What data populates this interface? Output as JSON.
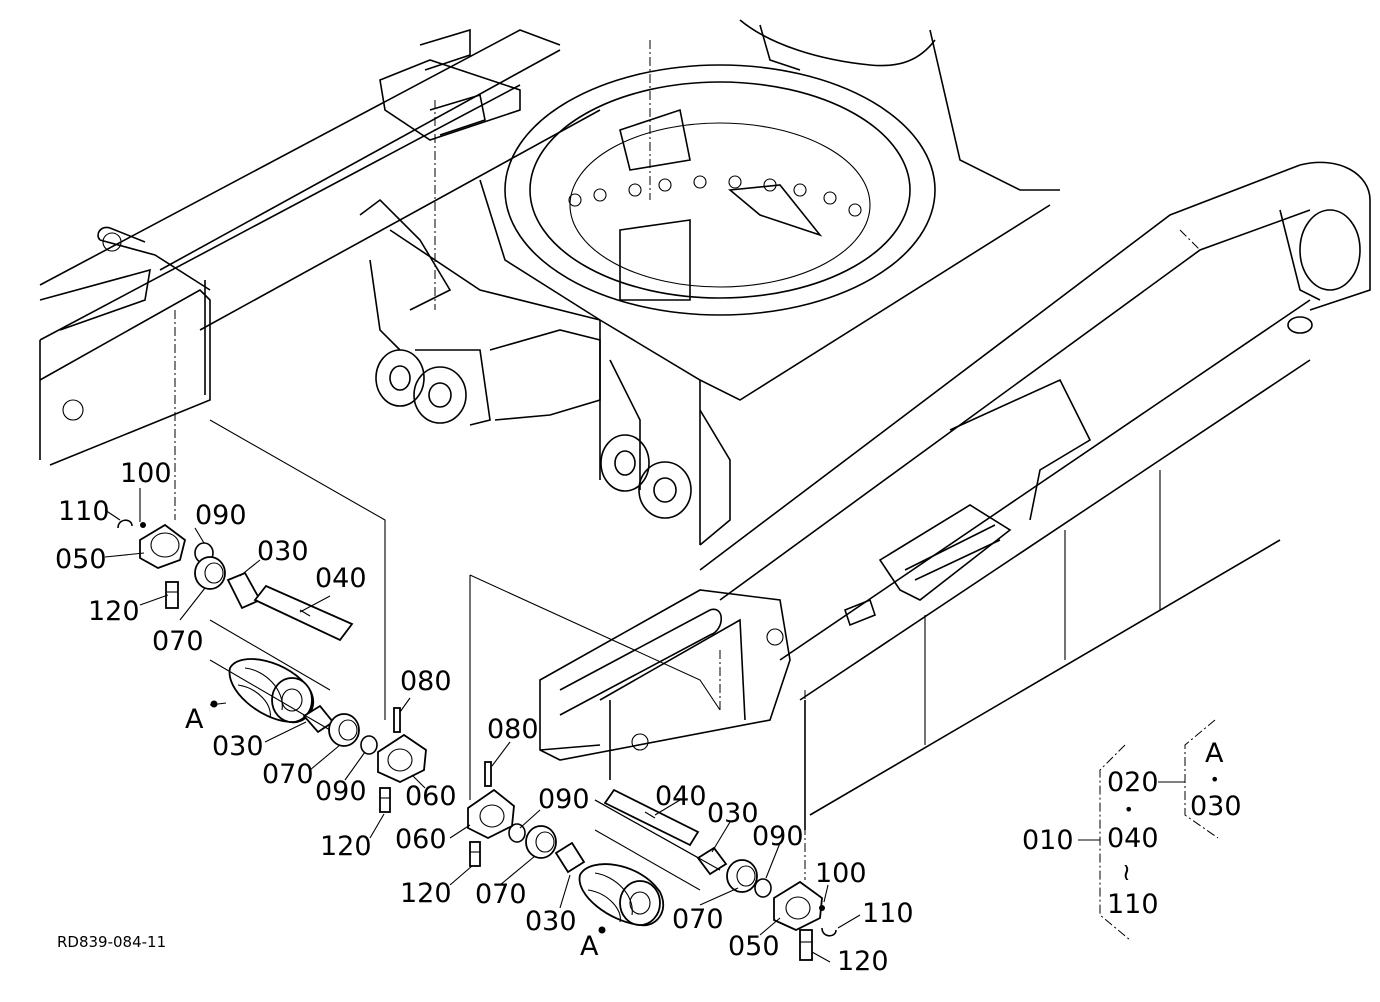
{
  "drawing_code": "RD839-084-11",
  "callouts": {
    "p100_left": "100",
    "p110_left": "110",
    "p050_left": "050",
    "p090_left": "090",
    "p030_left_top": "030",
    "p040_left": "040",
    "p120_left_top": "120",
    "p070_left_top": "070",
    "pA_left": "A",
    "p030_left_low": "030",
    "p070_left_low": "070",
    "p090_left_low": "090",
    "p080_left": "080",
    "p060_left": "060",
    "p120_left_low": "120",
    "p080_mid": "080",
    "p060_mid": "060",
    "p120_mid": "120",
    "p090_mid": "090",
    "p070_mid": "070",
    "p030_mid": "030",
    "pA_mid": "A",
    "p040_right": "040",
    "p030_right": "030",
    "p070_right": "070",
    "p090_right": "090",
    "p100_right": "100",
    "p110_right": "110",
    "p050_right": "050",
    "p120_right": "120"
  },
  "legend": {
    "item_010": "010",
    "item_020": "020",
    "dot_1": "•",
    "item_040": "040",
    "tilde": "≀",
    "item_110": "110",
    "item_A": "A",
    "dot_2": "•",
    "item_030": "030"
  }
}
